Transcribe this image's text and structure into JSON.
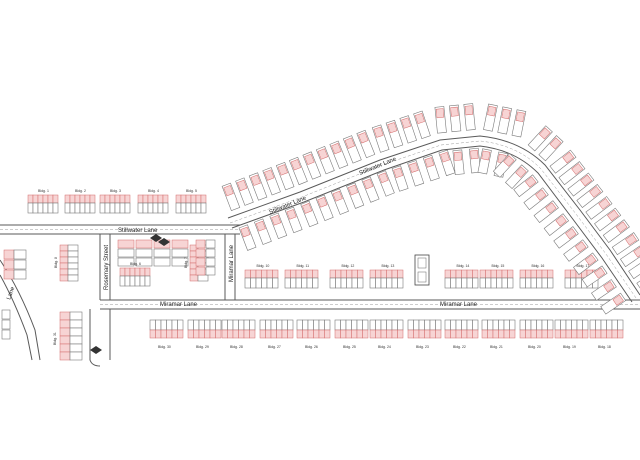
{
  "streets": {
    "stillwater_a": "Stillwater Lane",
    "stillwater_b": "Stillwater Lane",
    "stillwater_c": "Stillwater Lane",
    "miramar_a": "Miramar Lane",
    "miramar_b": "Miramar Lane",
    "miramar_v": "Miramar Lane",
    "rosemary": "Rosemary Street",
    "left_edge": "Lane"
  },
  "buildings": {
    "top_left": [
      "Bldg. 1",
      "Bldg. 2",
      "Bldg. 3",
      "Bldg. 4",
      "Bldg. 5"
    ],
    "center_left": [
      "Bldg. 6",
      "Bldg. 7",
      "Bldg. 8"
    ],
    "north_row": [
      "Bldg. 10",
      "Bldg. 11",
      "Bldg. 12",
      "Bldg. 13",
      "Bldg. 14",
      "Bldg. 15",
      "Bldg. 16",
      "Bldg. 17"
    ],
    "south_row": [
      "Bldg. 30",
      "Bldg. 29",
      "Bldg. 28",
      "Bldg. 27",
      "Bldg. 26",
      "Bldg. 25",
      "Bldg. 24",
      "Bldg. 23",
      "Bldg. 22",
      "Bldg. 21",
      "Bldg. 20",
      "Bldg. 19",
      "Bldg. 18"
    ],
    "west_block": "Bldg. 31"
  },
  "colors": {
    "road": "#5a5a5a",
    "lot_outline": "#7a7a7a",
    "lot_highlight": "#d46a6a",
    "background": "#ffffff"
  }
}
